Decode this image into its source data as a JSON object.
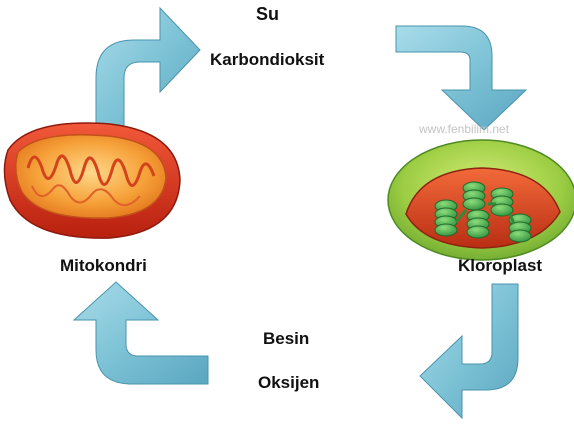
{
  "cycle": {
    "top_outputs": [
      "Su",
      "Karbondioksit"
    ],
    "bottom_outputs": [
      "Besin",
      "Oksijen"
    ]
  },
  "organelles": {
    "mitochondrion": "Mitokondri",
    "chloroplast": "Kloroplast"
  },
  "watermark": "www.fenbilim.net",
  "colors": {
    "arrow": "#7ec3d6",
    "arrow_edge": "#4a93ad",
    "mito_outer": "#e0361f",
    "mito_inner": "#f6a23a",
    "chloro_outer": "#8cc63f",
    "chloro_inner": "#e04a24",
    "thylakoid": "#3aa548"
  }
}
